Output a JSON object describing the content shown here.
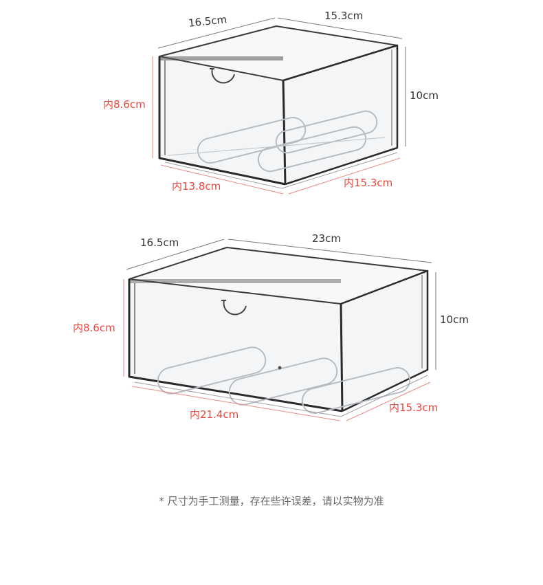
{
  "colors": {
    "outer_dimension": "#333333",
    "inner_dimension": "#e0483e",
    "note": "#666666",
    "box_edge": "#2a2a2a"
  },
  "box1": {
    "width": "16.5cm",
    "depth": "15.3cm",
    "height": "10cm",
    "inner_height": "内8.6cm",
    "inner_width": "内13.8cm",
    "inner_depth": "内15.3cm"
  },
  "box2": {
    "width": "16.5cm",
    "length": "23cm",
    "height": "10cm",
    "inner_height": "内8.6cm",
    "inner_width": "内21.4cm",
    "inner_depth": "内15.3cm"
  },
  "note": "* 尺寸为手工测量，存在些许误差，请以实物为准"
}
